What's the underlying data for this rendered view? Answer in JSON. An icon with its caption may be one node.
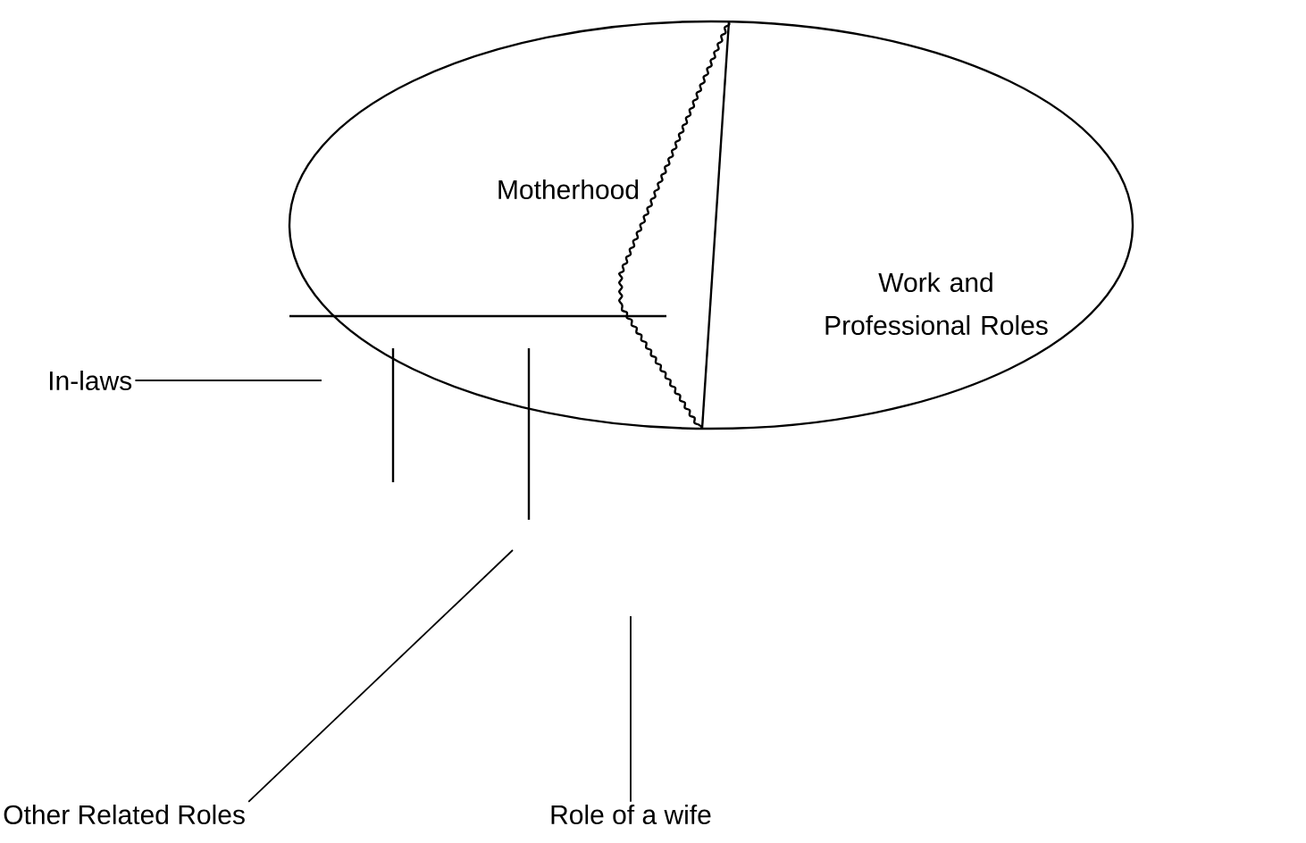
{
  "diagram": {
    "nodes": [
      {
        "text": [
          "Motherhood"
        ]
      },
      {
        "text": [
          "Work and Professional Roles"
        ]
      },
      {
        "text": [
          "In-laws"
        ]
      },
      {
        "text": [
          "Other Related Roles"
        ]
      },
      {
        "text": [
          "Role of a wife"
        ]
      }
    ],
    "edges": [
      {
        "from": 2,
        "to": null,
        "arrow": "none"
      },
      {
        "from": 3,
        "to": null,
        "arrow": "none"
      },
      {
        "from": 4,
        "to": null,
        "arrow": "none"
      }
    ]
  }
}
